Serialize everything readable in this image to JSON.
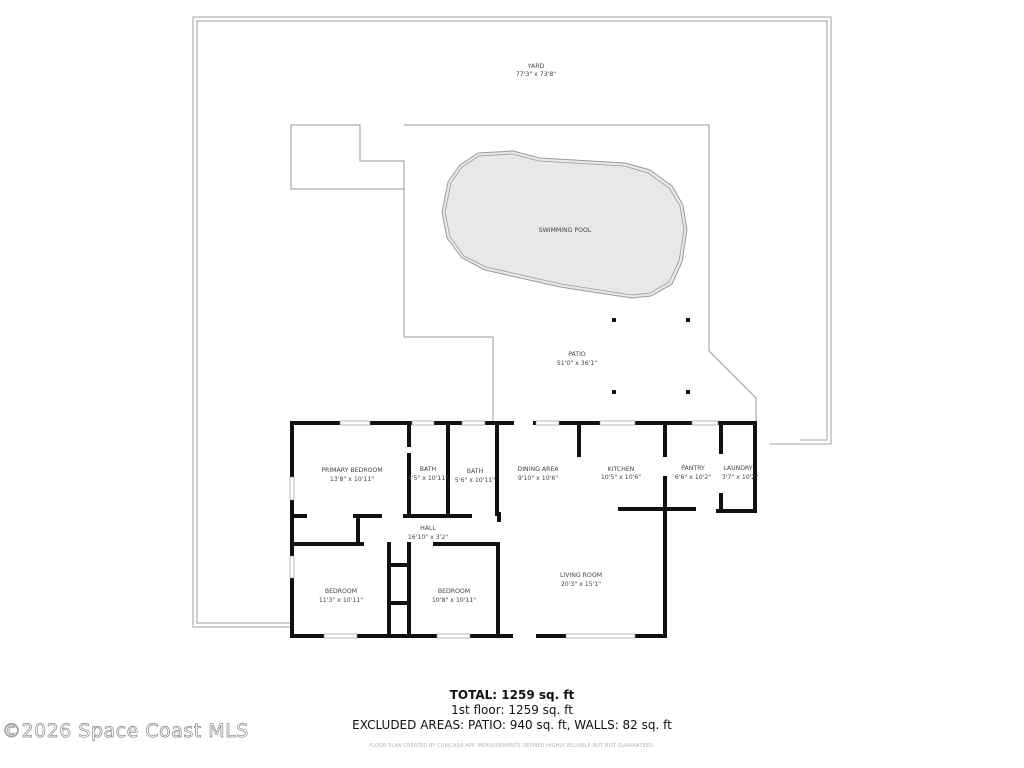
{
  "plan": {
    "areas": {
      "yard": {
        "name": "YARD",
        "dims": "77'3\" x 73'8\""
      },
      "pool": {
        "name": "SWIMMING POOL"
      },
      "patio": {
        "name": "PATIO",
        "dims": "51'0\" x 36'1\""
      }
    },
    "rooms": [
      {
        "name": "PRIMARY BEDROOM",
        "dims": "13'8\" x 10'11\""
      },
      {
        "name": "BATH",
        "dims": "4'5\" x 10'11\""
      },
      {
        "name": "BATH",
        "dims": "5'6\" x 10'11\""
      },
      {
        "name": "DINING AREA",
        "dims": "9'10\" x 10'6\""
      },
      {
        "name": "KITCHEN",
        "dims": "10'5\" x 10'6\""
      },
      {
        "name": "PANTRY",
        "dims": "6'6\" x 10'2\""
      },
      {
        "name": "LAUNDRY",
        "dims": "3'7\" x 10'2\""
      },
      {
        "name": "HALL",
        "dims": "16'10\" x 3'2\""
      },
      {
        "name": "BEDROOM",
        "dims": "11'3\" x 10'11\""
      },
      {
        "name": "BEDROOM",
        "dims": "10'8\" x 10'11\""
      },
      {
        "name": "LIVING ROOM",
        "dims": "20'3\" x 15'1\""
      }
    ],
    "colors": {
      "wall": "#111111",
      "outline": "#9a9a9a",
      "pool_fill": "#e8e8e8",
      "label": "#444444"
    }
  },
  "summary": {
    "total": "TOTAL: 1259 sq. ft",
    "floor1": "1st floor: 1259 sq. ft",
    "excluded": "EXCLUDED AREAS: PATIO: 940 sq. ft, WALLS: 82 sq. ft"
  },
  "disclaimer": "FLOOR PLAN CREATED BY CUBICASA APP. MEASUREMENTS DEEMED HIGHLY RELIABLE BUT NOT GUARANTEED.",
  "watermark": "©2026 Space Coast MLS"
}
